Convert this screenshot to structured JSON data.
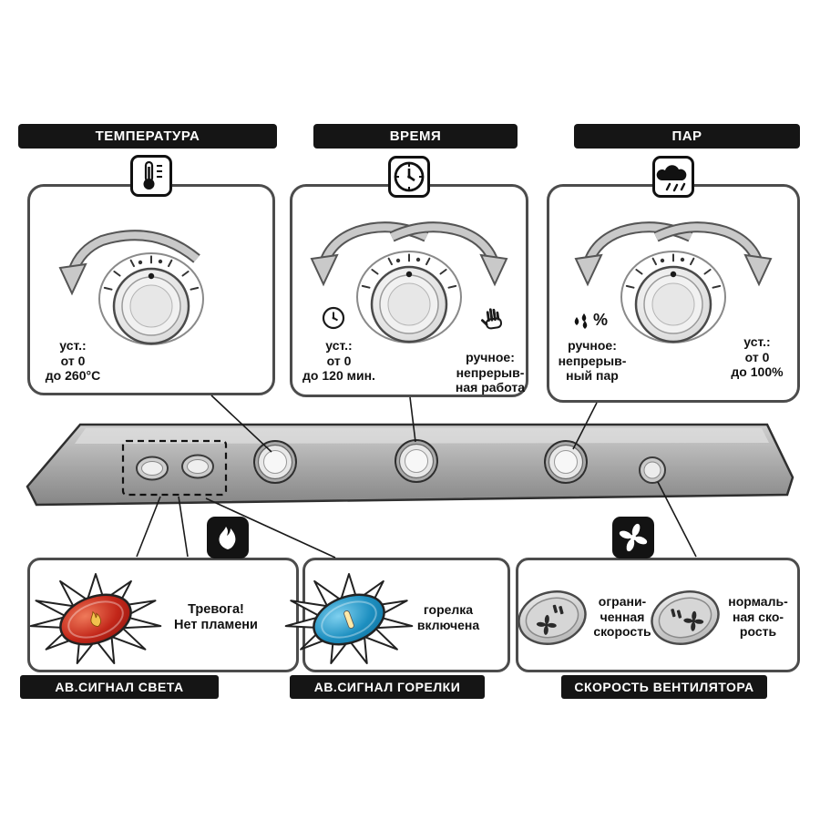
{
  "headers": {
    "temperature": "ТЕМПЕРАТУРА",
    "time": "ВРЕМЯ",
    "steam": "ПАР"
  },
  "temperature": {
    "set_text": "уст.:\nот 0\nдо 260°C"
  },
  "time": {
    "set_text": "уст.:\nот 0\nдо 120 мин.",
    "manual_text": "ручное:\nнепрерыв-\nная работа"
  },
  "steam": {
    "manual_text": "ручное:\nнепрерыв-\nный пар",
    "percent_symbol": "%",
    "set_text": "уст.:\nот 0\nдо 100%"
  },
  "alarms": {
    "light": {
      "label": "АВ.СИГНАЛ СВЕТА",
      "text": "Тревога!\nНет пламени"
    },
    "burner": {
      "label": "АВ.СИГНАЛ ГОРЕЛКИ",
      "text": "горелка\nвключена"
    }
  },
  "fan": {
    "label": "СКОРОСТЬ ВЕНТИЛЯТОРА",
    "limited_text": "ограни-\nченная\nскорость",
    "normal_text": "нормаль-\nная ско-\nрость"
  }
}
